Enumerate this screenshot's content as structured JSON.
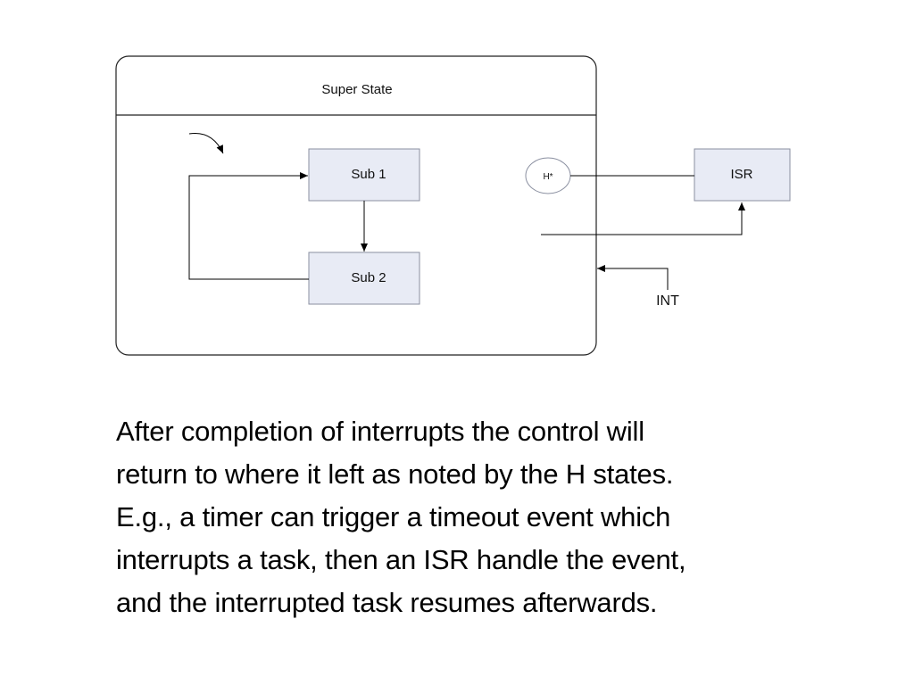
{
  "diagram": {
    "super_state": {
      "title": "Super State"
    },
    "states": {
      "sub1": {
        "label": "Sub 1"
      },
      "sub2": {
        "label": "Sub 2"
      },
      "history": {
        "label": "H*"
      },
      "isr": {
        "label": "ISR"
      }
    },
    "signals": {
      "interrupt": {
        "label": "INT"
      }
    },
    "colors": {
      "state_fill": "#e8ebf5",
      "state_stroke": "#8a8fa0",
      "container_stroke": "#222222",
      "arrow": "#000000"
    }
  },
  "caption": {
    "lines": [
      "After completion of interrupts the control will",
      "return to where it left as noted by the H states.",
      "E.g., a timer can trigger a timeout event which",
      "interrupts a task, then an ISR handle the event,",
      "and the interrupted task resumes afterwards."
    ]
  }
}
